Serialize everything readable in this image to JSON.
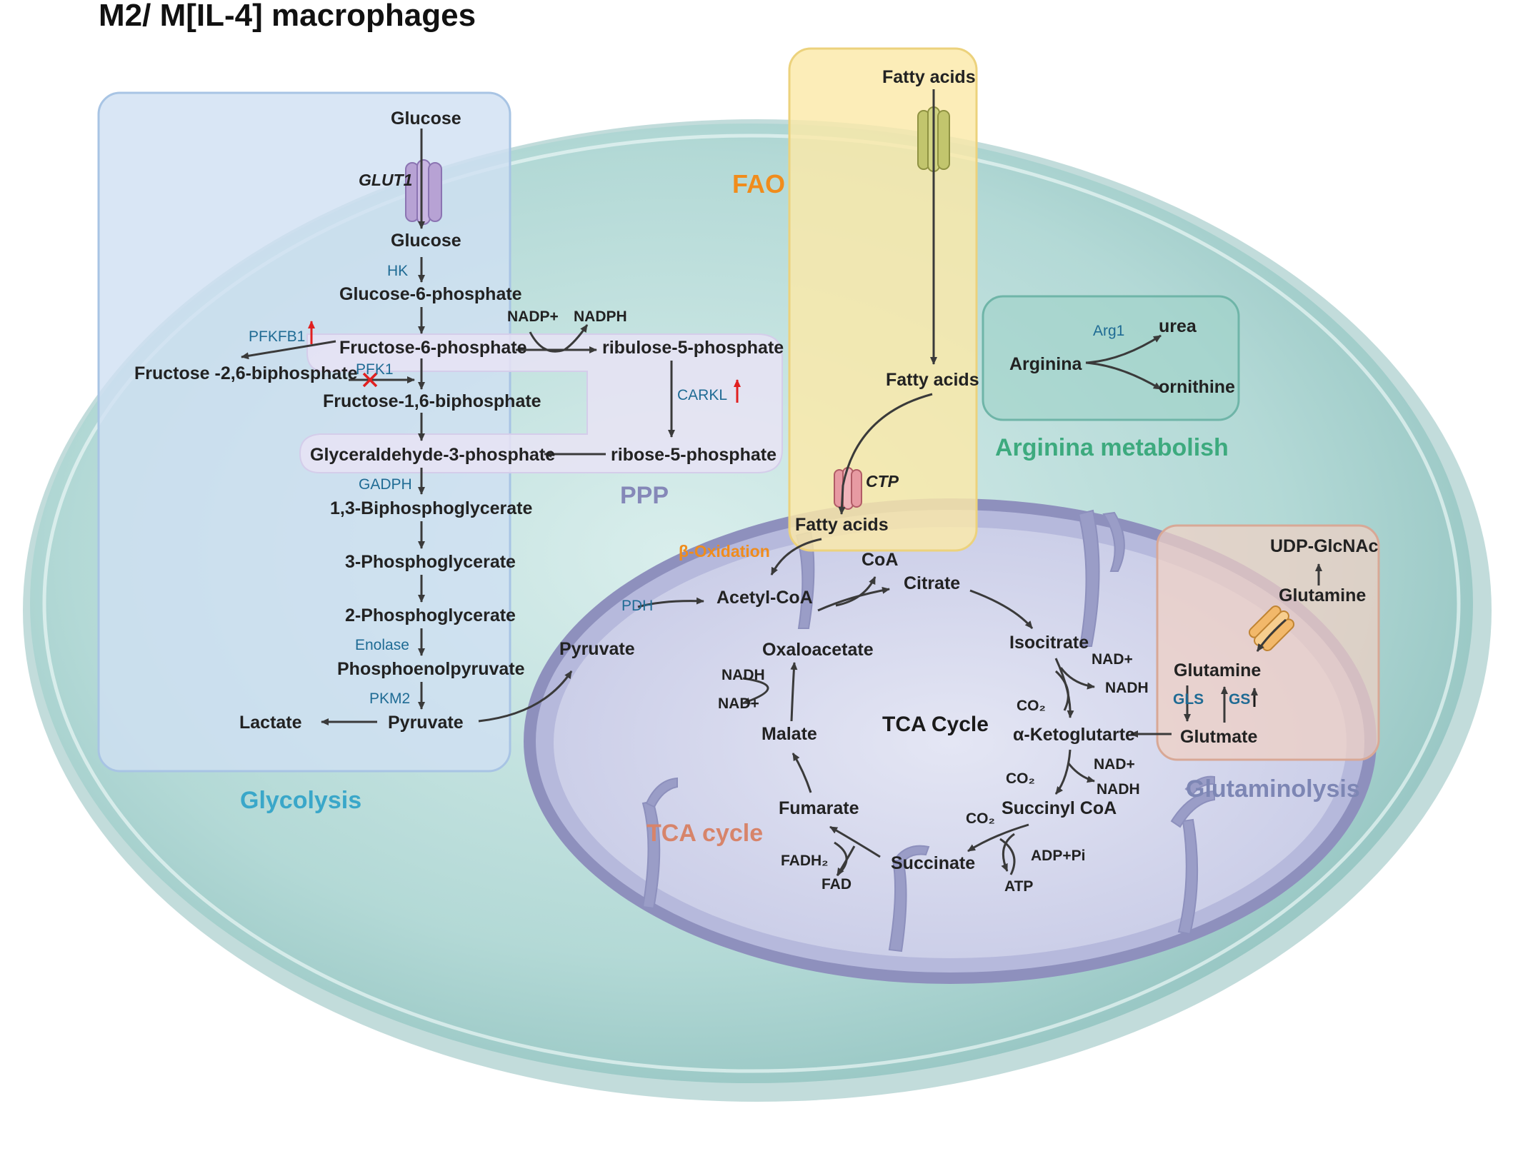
{
  "title": "M2/ M[IL-4] macrophages",
  "sections": {
    "glycolysis": "Glycolysis",
    "ppp": "PPP",
    "fao": "FAO",
    "arginine": "Arginina metabolish",
    "tca": "TCA cycle",
    "glutaminolysis": "Glutaminolysis",
    "tca_center": "TCA Cycle"
  },
  "glycolysis": {
    "glucose_out": "Glucose",
    "transporter": "GLUT1",
    "glucose_in": "Glucose",
    "hk": "HK",
    "g6p": "Glucose-6-phosphate",
    "pfkfb1": "PFKFB1",
    "f6p": "Fructose-6-phosphate",
    "f26bp": "Fructose -2,6-biphosphate",
    "pfk1": "PFK1",
    "f16bp": "Fructose-1,6-biphosphate",
    "g3p": "Glyceraldehyde-3-phosphate",
    "gadph": "GADPH",
    "bpg13": "1,3-Biphosphoglycerate",
    "pg3": "3-Phosphoglycerate",
    "pg2": "2-Phosphoglycerate",
    "enolase": "Enolase",
    "pep": "Phosphoenolpyruvate",
    "pkm2": "PKM2",
    "lactate": "Lactate",
    "pyruvate": "Pyruvate"
  },
  "ppp": {
    "nadp": "NADP+",
    "nadph": "NADPH",
    "ru5p": "ribulose-5-phosphate",
    "carkl": "CARKL",
    "r5p": "ribose-5-phosphate"
  },
  "fao": {
    "fa_out": "Fatty acids",
    "fa_cyto": "Fatty acids",
    "ctp": "CTP",
    "fa_mito": "Fatty acids",
    "beta_ox": "β-Oxidation"
  },
  "arginine": {
    "arg1": "Arg1",
    "arginina": "Arginina",
    "urea": "urea",
    "ornithine": "ornithine"
  },
  "tca": {
    "pdh": "PDH",
    "pyruvate": "Pyruvate",
    "acetyl_coa": "Acetyl-CoA",
    "coa": "CoA",
    "citrate": "Citrate",
    "oxaloacetate": "Oxaloacetate",
    "isocitrate": "Isocitrate",
    "nad1": "NAD+",
    "nadh1": "NADH",
    "co2_1": "CO₂",
    "akg": "α-Ketoglutarte",
    "nad2": "NAD+",
    "nadh2": "NADH",
    "co2_2": "CO₂",
    "succinyl_coa": "Succinyl CoA",
    "co2_3": "CO₂",
    "adp": "ADP+Pi",
    "atp": "ATP",
    "succinate": "Succinate",
    "fadh2": "FADH₂",
    "fad": "FAD",
    "fumarate": "Fumarate",
    "malate": "Malate",
    "nadh3": "NADH",
    "nad3": "NAD+"
  },
  "glutaminolysis": {
    "udp": "UDP-GlcNAc",
    "gln_out": "Glutamine",
    "gln_in": "Glutamine",
    "gls": "GLS",
    "gs": "GS",
    "glutamate": "Glutmate"
  },
  "colors": {
    "cell": "#a9d3d0",
    "glycolysis_box": "#cfe2f3",
    "fao_box": "#fbe7a6",
    "arginine_box": "#9fd1c9",
    "glutaminolysis_box": "#f0d5c9",
    "mito": "#9d9fc6",
    "enzyme": "#1f6b94",
    "up_arrow": "#e02020"
  }
}
